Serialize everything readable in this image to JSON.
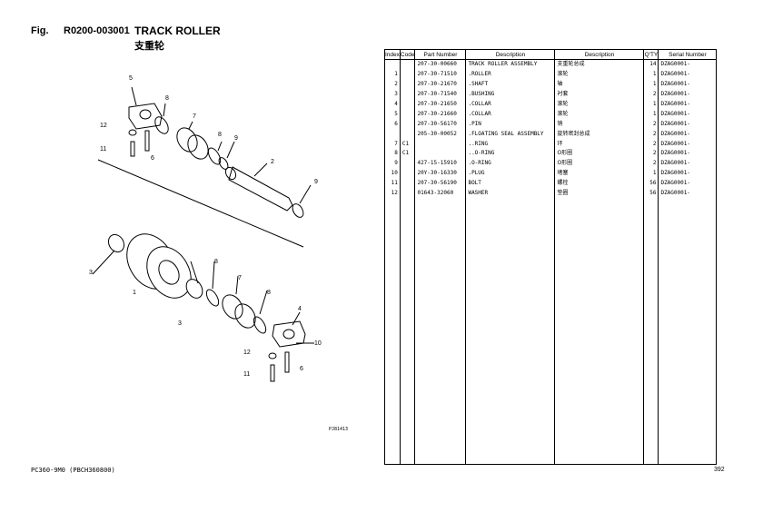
{
  "header": {
    "fig_label": "Fig.",
    "fig_number": "R0200-003001",
    "title": "TRACK ROLLER",
    "subtitle": "支重轮"
  },
  "diagram": {
    "code": "PJ81413",
    "callouts": [
      "1",
      "2",
      "3",
      "3",
      "4",
      "5",
      "6",
      "6",
      "7",
      "7",
      "8",
      "8",
      "8",
      "8",
      "9",
      "9",
      "10",
      "11",
      "11",
      "12",
      "12"
    ]
  },
  "table": {
    "headers": {
      "index": "Index",
      "code": "Code",
      "part_number": "Part Number",
      "description": "Description",
      "description_cn": "Description",
      "qty": "Q'TY",
      "serial": "Serial Number"
    },
    "rows": [
      {
        "index": "",
        "code": "",
        "part": "207-30-00660",
        "desc": "TRACK ROLLER ASSEMBLY",
        "cn": "支重轮总成",
        "qty": "14",
        "serial": "DZAG0001-"
      },
      {
        "index": "1",
        "code": "",
        "part": "207-30-71510",
        "desc": ".ROLLER",
        "cn": "滚轮",
        "qty": "1",
        "serial": "DZAG0001-"
      },
      {
        "index": "2",
        "code": "",
        "part": "207-30-21670",
        "desc": ".SHAFT",
        "cn": "轴",
        "qty": "1",
        "serial": "DZAG0001-"
      },
      {
        "index": "3",
        "code": "",
        "part": "207-30-71540",
        "desc": ".BUSHING",
        "cn": "衬套",
        "qty": "2",
        "serial": "DZAG0001-"
      },
      {
        "index": "4",
        "code": "",
        "part": "207-30-21650",
        "desc": ".COLLAR",
        "cn": "滚轮",
        "qty": "1",
        "serial": "DZAG0001-"
      },
      {
        "index": "5",
        "code": "",
        "part": "207-30-21660",
        "desc": ".COLLAR",
        "cn": "滚轮",
        "qty": "1",
        "serial": "DZAG0001-"
      },
      {
        "index": "6",
        "code": "",
        "part": "207-30-56170",
        "desc": ".PIN",
        "cn": "销",
        "qty": "2",
        "serial": "DZAG0001-"
      },
      {
        "index": "",
        "code": "",
        "part": "205-30-00052",
        "desc": ".FLOATING SEAL ASSEMBLY",
        "cn": "旋转密封总成",
        "qty": "2",
        "serial": "DZAG0001-"
      },
      {
        "index": "7",
        "code": "C1",
        "part": "",
        "desc": "..RING",
        "cn": "环",
        "qty": "2",
        "serial": "DZAG0001-"
      },
      {
        "index": "8",
        "code": "C1",
        "part": "",
        "desc": "..O-RING",
        "cn": "O形圈",
        "qty": "2",
        "serial": "DZAG0001-"
      },
      {
        "index": "9",
        "code": "",
        "part": "427-15-15910",
        "desc": ".O-RING",
        "cn": "O形圈",
        "qty": "2",
        "serial": "DZAG0001-"
      },
      {
        "index": "10",
        "code": "",
        "part": "20Y-30-16330",
        "desc": ".PLUG",
        "cn": "堵塞",
        "qty": "1",
        "serial": "DZAG0001-"
      },
      {
        "index": "11",
        "code": "",
        "part": "207-30-56190",
        "desc": "BOLT",
        "cn": "螺栓",
        "qty": "56",
        "serial": "DZAG0001-"
      },
      {
        "index": "12",
        "code": "",
        "part": "01643-32060",
        "desc": "WASHER",
        "cn": "垫圈",
        "qty": "56",
        "serial": "DZAG0001-"
      }
    ]
  },
  "footer": {
    "model": "PC360-9M0 (PBCH360800)",
    "page": "392"
  }
}
